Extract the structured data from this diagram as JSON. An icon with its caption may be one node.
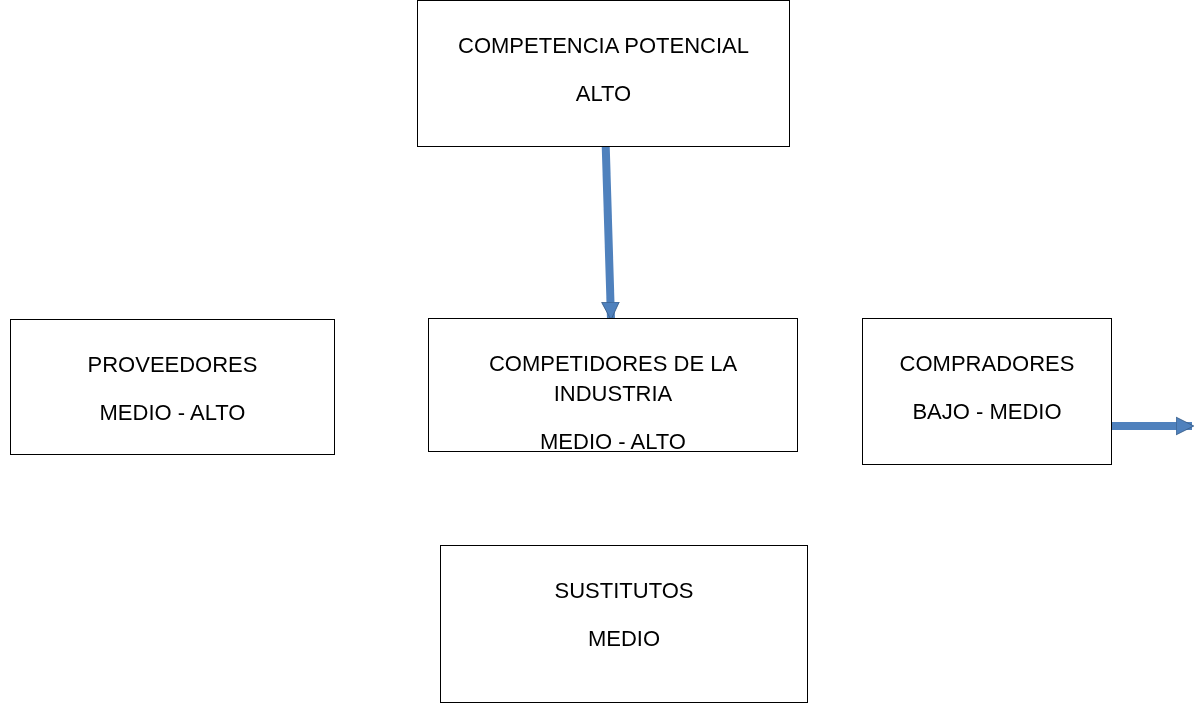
{
  "diagram": {
    "nodes": [
      {
        "text": [
          "COMPETENCIA POTENCIAL",
          "ALTO"
        ]
      },
      {
        "text": [
          "PROVEEDORES",
          "MEDIO - ALTO"
        ]
      },
      {
        "text": [
          "COMPETIDORES DE LA INDUSTRIA",
          "MEDIO - ALTO"
        ]
      },
      {
        "text": [
          "COMPRADORES",
          "BAJO - MEDIO"
        ]
      },
      {
        "text": [
          "SUSTITUTOS",
          "MEDIO"
        ]
      }
    ],
    "edges": [
      {
        "from": 0,
        "to": 2,
        "arrow": "to"
      },
      {
        "from": 3,
        "to": null,
        "arrow": "to"
      }
    ]
  }
}
